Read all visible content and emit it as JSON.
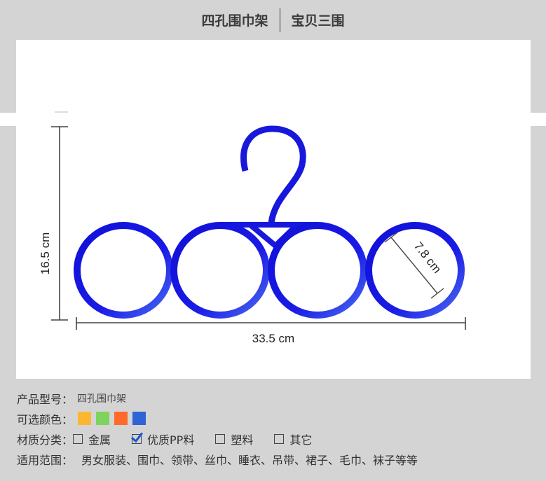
{
  "header": {
    "title": "四孔围巾架",
    "subtitle": "宝贝三围"
  },
  "figure": {
    "product_color": "#1a1ae0",
    "dimensions": {
      "height": "16.5 cm",
      "width": "33.5 cm",
      "ring_diameter": "7.8 cm"
    },
    "ring_count": 4
  },
  "info": {
    "model": {
      "label": "产品型号：",
      "value": "四孔围巾架"
    },
    "colors": {
      "label": "可选颜色：",
      "swatches": [
        "#fcb731",
        "#7ed35f",
        "#fe6a2b",
        "#2f63d6"
      ]
    },
    "material": {
      "label": "材质分类：",
      "options": [
        {
          "label": "金属",
          "checked": false
        },
        {
          "label": "优质PP料",
          "checked": true
        },
        {
          "label": "塑料",
          "checked": false
        },
        {
          "label": "其它",
          "checked": false
        }
      ]
    },
    "scope": {
      "label": "适用范围：",
      "value": "男女服装、围巾、领带、丝巾、睡衣、吊带、裙子、毛巾、袜子等等"
    }
  }
}
